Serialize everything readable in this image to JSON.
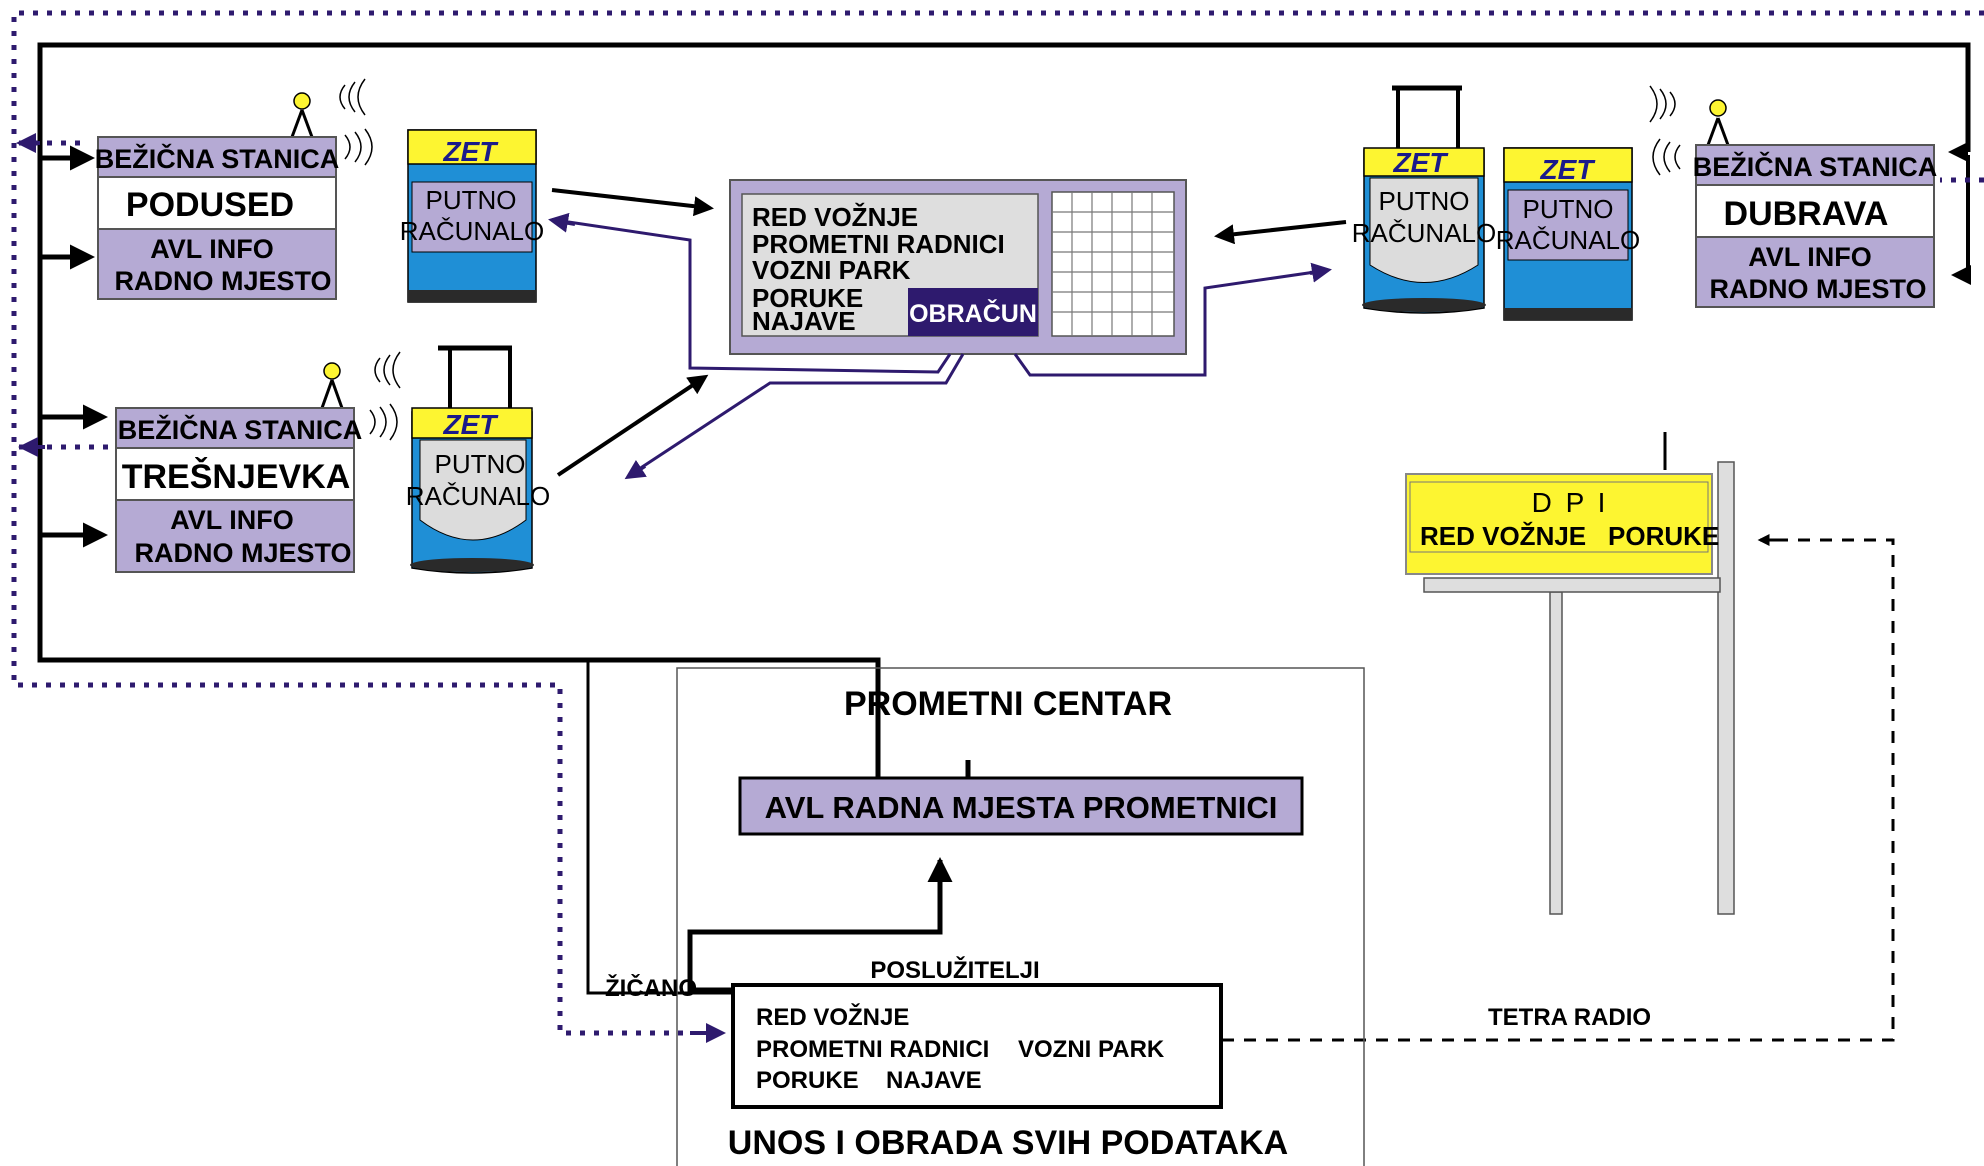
{
  "colors": {
    "lavender": "#b5aad4",
    "dark_purple": "#2e1a6e",
    "yellow": "#fdf531",
    "blue": "#1f8fd6",
    "gray_panel": "#dedede",
    "line_black": "#000000"
  },
  "stations": {
    "podused": {
      "type": "BEŽIČNA STANICA",
      "name": "PODUSED",
      "line1": "AVL INFO",
      "line2": "RADNO MJESTO"
    },
    "tresnjevka": {
      "type": "BEŽIČNA STANICA",
      "name": "TREŠNJEVKA",
      "line1": "AVL INFO",
      "line2": "RADNO MJESTO"
    },
    "dubrava": {
      "type": "BEŽIČNA STANICA",
      "name": "DUBRAVA",
      "line1": "AVL INFO",
      "line2": "RADNO MJESTO"
    }
  },
  "computer": {
    "brand": "ZET",
    "line1": "PUTNO",
    "line2": "RAČUNALO"
  },
  "central_panel": {
    "items": [
      "RED VOŽNJE",
      "PROMETNI RADNICI",
      "VOZNI PARK",
      "PORUKE",
      "NAJAVE"
    ],
    "button": "OBRAČUN"
  },
  "dpi": {
    "title": "D P I",
    "left": "RED VOŽNJE",
    "right": "PORUKE"
  },
  "center": {
    "title": "PROMETNI CENTAR",
    "avl": "AVL RADNA MJESTA PROMETNICI",
    "servers_label": "POSLUŽITELJI",
    "servers_line1": "RED VOŽNJE",
    "servers_line2a": "PROMETNI RADNICI",
    "servers_line2b": "VOZNI PARK",
    "servers_line3a": "PORUKE",
    "servers_line3b": "NAJAVE",
    "bottom": "UNOS I OBRADA SVIH PODATAKA"
  },
  "link_labels": {
    "wired": "ŽIČANO",
    "radio": "TETRA RADIO"
  }
}
